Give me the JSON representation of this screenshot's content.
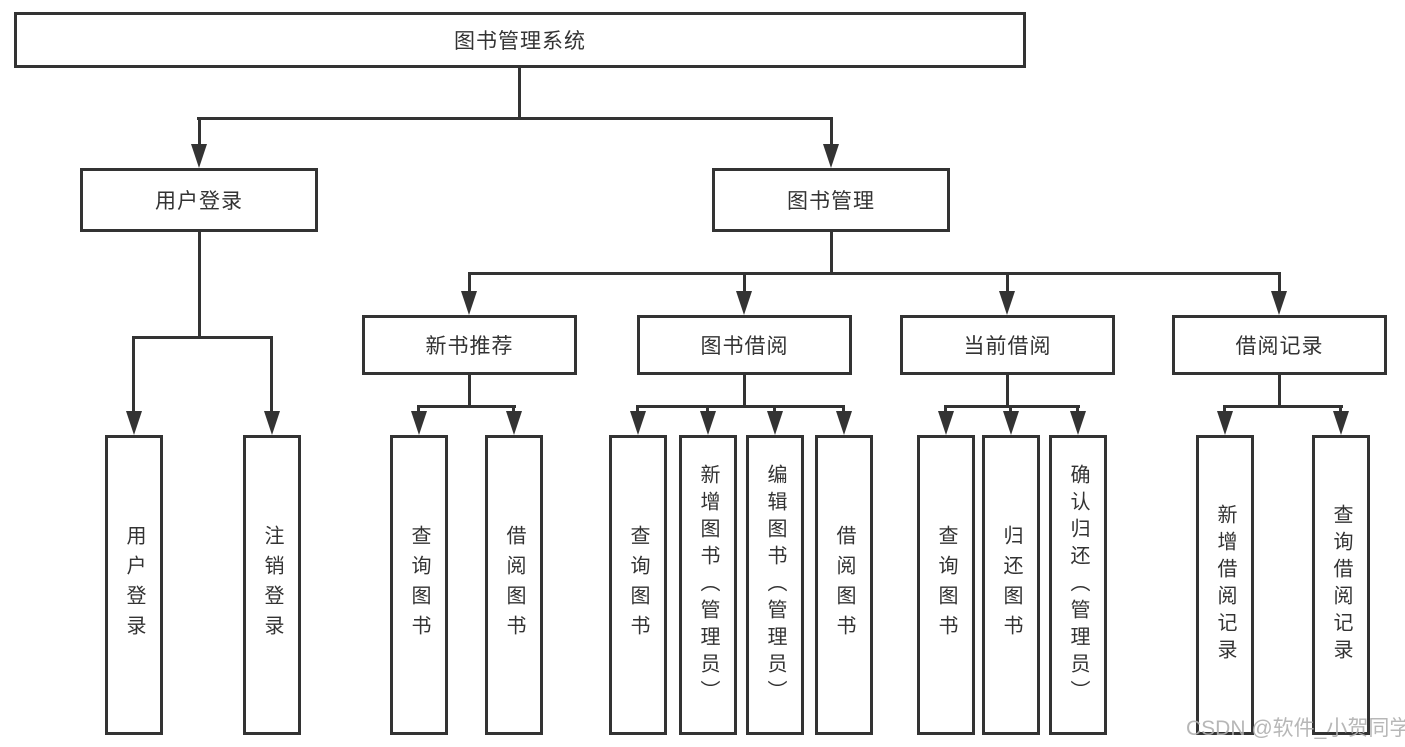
{
  "diagram": {
    "root": {
      "label": "图书管理系统"
    },
    "level2": [
      {
        "id": "user-login",
        "label": "用户登录"
      },
      {
        "id": "book-management",
        "label": "图书管理"
      }
    ],
    "level3": [
      {
        "id": "new-book-recommend",
        "label": "新书推荐"
      },
      {
        "id": "book-borrow",
        "label": "图书借阅"
      },
      {
        "id": "current-borrow",
        "label": "当前借阅"
      },
      {
        "id": "borrow-records",
        "label": "借阅记录"
      }
    ],
    "level4": {
      "user_login_children": [
        {
          "label": "用户登录"
        },
        {
          "label": "注销登录"
        }
      ],
      "new_book_children": [
        {
          "label": "查询图书"
        },
        {
          "label": "借阅图书"
        }
      ],
      "book_borrow_children": [
        {
          "label": "查询图书"
        },
        {
          "label": "新增图书（管理员）"
        },
        {
          "label": "编辑图书（管理员）"
        },
        {
          "label": "借阅图书"
        }
      ],
      "current_borrow_children": [
        {
          "label": "查询图书"
        },
        {
          "label": "归还图书"
        },
        {
          "label": "确认归还（管理员）"
        }
      ],
      "borrow_record_children": [
        {
          "label": "新增借阅记录"
        },
        {
          "label": "查询借阅记录"
        }
      ]
    }
  },
  "watermark": {
    "text": "CSDN @软件_小贺同学"
  },
  "colors": {
    "line": "#333333",
    "text": "#333333",
    "box_background": "#ffffff",
    "page_background": "#ffffff",
    "watermark": "#afafaf"
  }
}
